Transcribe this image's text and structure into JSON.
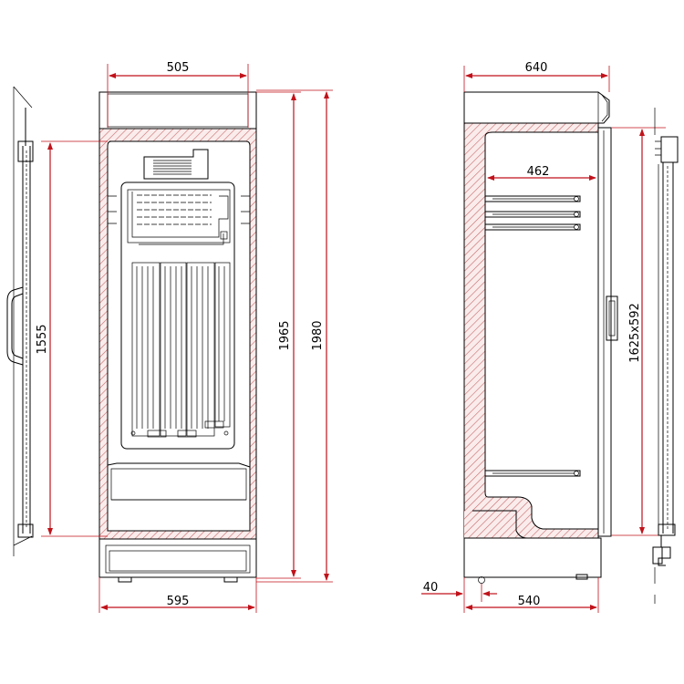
{
  "colors": {
    "dimension": "#c0121a",
    "insulation_hatch": "#c56a6a",
    "outline": "#000000",
    "background": "#ffffff"
  },
  "front_view": {
    "inner_width": "505",
    "door_height": "1555",
    "cabinet_height": "1965",
    "overall_height": "1980",
    "overall_width": "595"
  },
  "side_view": {
    "overall_depth": "640",
    "inner_depth": "462",
    "door_size": "1625x592",
    "foot_offset": "40",
    "base_depth": "540"
  }
}
